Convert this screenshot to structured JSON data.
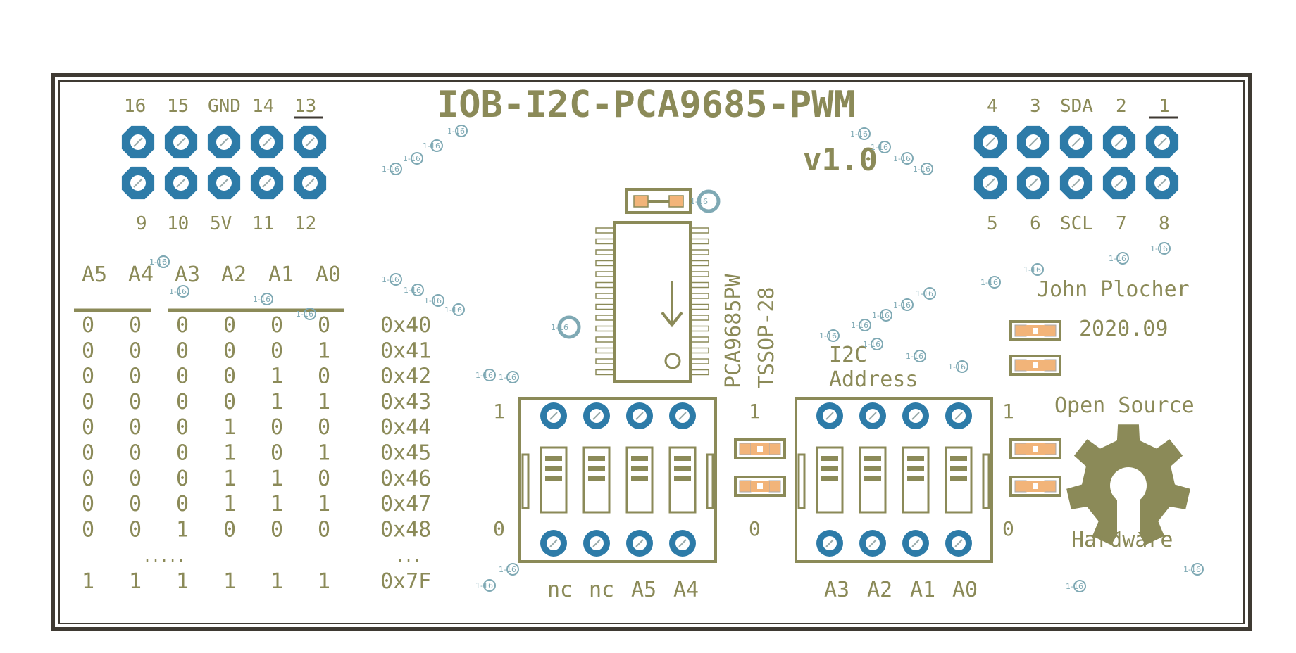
{
  "title": "IOB-I2C-PCA9685-PWM",
  "version": "v1.0",
  "author": "John Plocher",
  "date": "2020.09",
  "chip_name": "PCA9685PW",
  "package": "TSSOP-28",
  "i2c_label_1": "I2C",
  "i2c_label_2": "Address",
  "osh_top": "Open Source",
  "osh_bottom": "Hardware",
  "via_label": "1-16",
  "switch_on": "1",
  "switch_off": "0",
  "colors": {
    "board_edge": "#3f3a33",
    "silk": "#8b8a58",
    "pad": "#2d7ba8",
    "via": "#7fa9b4",
    "smd": "#f2b479"
  },
  "left_header": {
    "top_labels": [
      "16",
      "15",
      "GND",
      "14",
      "13"
    ],
    "bottom_labels": [
      "9",
      "10",
      "5V",
      "11",
      "12"
    ]
  },
  "right_header": {
    "top_labels": [
      "4",
      "3",
      "SDA",
      "2",
      "1"
    ],
    "bottom_labels": [
      "5",
      "6",
      "SCL",
      "7",
      "8"
    ]
  },
  "address_table": {
    "headers": [
      "A5",
      "A4",
      "A3",
      "A2",
      "A1",
      "A0"
    ],
    "rows": [
      {
        "bits": [
          "0",
          "0",
          "0",
          "0",
          "0",
          "0"
        ],
        "hex": "0x40"
      },
      {
        "bits": [
          "0",
          "0",
          "0",
          "0",
          "0",
          "1"
        ],
        "hex": "0x41"
      },
      {
        "bits": [
          "0",
          "0",
          "0",
          "0",
          "1",
          "0"
        ],
        "hex": "0x42"
      },
      {
        "bits": [
          "0",
          "0",
          "0",
          "0",
          "1",
          "1"
        ],
        "hex": "0x43"
      },
      {
        "bits": [
          "0",
          "0",
          "0",
          "1",
          "0",
          "0"
        ],
        "hex": "0x44"
      },
      {
        "bits": [
          "0",
          "0",
          "0",
          "1",
          "0",
          "1"
        ],
        "hex": "0x45"
      },
      {
        "bits": [
          "0",
          "0",
          "0",
          "1",
          "1",
          "0"
        ],
        "hex": "0x46"
      },
      {
        "bits": [
          "0",
          "0",
          "0",
          "1",
          "1",
          "1"
        ],
        "hex": "0x47"
      },
      {
        "bits": [
          "0",
          "0",
          "1",
          "0",
          "0",
          "0"
        ],
        "hex": "0x48"
      }
    ],
    "ellipsis_bits": ".....",
    "ellipsis_hex": "...",
    "last_row": {
      "bits": [
        "1",
        "1",
        "1",
        "1",
        "1",
        "1"
      ],
      "hex": "0x7F"
    }
  },
  "dip_left_labels": [
    "nc",
    "nc",
    "A5",
    "A4"
  ],
  "dip_right_labels": [
    "A3",
    "A2",
    "A1",
    "A0"
  ]
}
